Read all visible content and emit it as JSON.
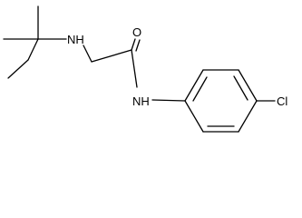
{
  "molecule": {
    "atoms": {
      "nh_amine": "NH",
      "oxygen": "O",
      "nh_amide": "NH",
      "chlorine": "Cl"
    }
  }
}
